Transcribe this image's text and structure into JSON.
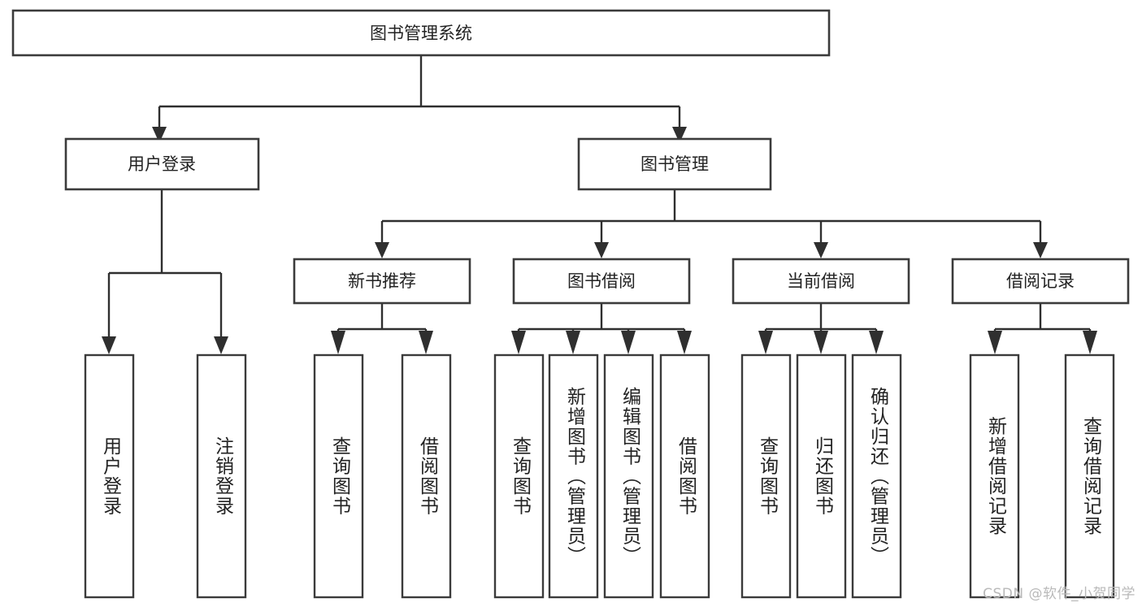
{
  "diagram": {
    "title": "图书管理系统",
    "type": "tree",
    "colors": {
      "box_stroke": "#3b3b3b",
      "connector": "#2f2f2f",
      "box_fill": "#ffffff",
      "text": "#222222",
      "background": "#ffffff",
      "watermark": "#b9b9b9"
    },
    "root": {
      "label": "图书管理系统",
      "orientation": "horizontal"
    },
    "level2": [
      {
        "label": "用户登录",
        "orientation": "horizontal"
      },
      {
        "label": "图书管理",
        "orientation": "horizontal"
      }
    ],
    "level3": [
      {
        "label": "新书推荐",
        "orientation": "horizontal"
      },
      {
        "label": "图书借阅",
        "orientation": "horizontal"
      },
      {
        "label": "当前借阅",
        "orientation": "horizontal"
      },
      {
        "label": "借阅记录",
        "orientation": "horizontal"
      }
    ],
    "leaves": {
      "user_login": [
        {
          "label": "用户登录",
          "orientation": "vertical"
        },
        {
          "label": "注销登录",
          "orientation": "vertical"
        }
      ],
      "new_book_recommend": [
        {
          "label": "查询图书",
          "orientation": "vertical"
        },
        {
          "label": "借阅图书",
          "orientation": "vertical"
        }
      ],
      "book_borrow": [
        {
          "label": "查询图书",
          "orientation": "vertical"
        },
        {
          "label": "新增图书（管理员）",
          "orientation": "vertical"
        },
        {
          "label": "编辑图书（管理员）",
          "orientation": "vertical"
        },
        {
          "label": "借阅图书",
          "orientation": "vertical"
        }
      ],
      "current_borrow": [
        {
          "label": "查询图书",
          "orientation": "vertical"
        },
        {
          "label": "归还图书",
          "orientation": "vertical"
        },
        {
          "label": "确认归还（管理员）",
          "orientation": "vertical"
        }
      ],
      "borrow_record": [
        {
          "label": "新增借阅记录",
          "orientation": "vertical"
        },
        {
          "label": "查询借阅记录",
          "orientation": "vertical"
        }
      ]
    }
  },
  "watermark": {
    "text": "CSDN @软件_小贺同学"
  }
}
